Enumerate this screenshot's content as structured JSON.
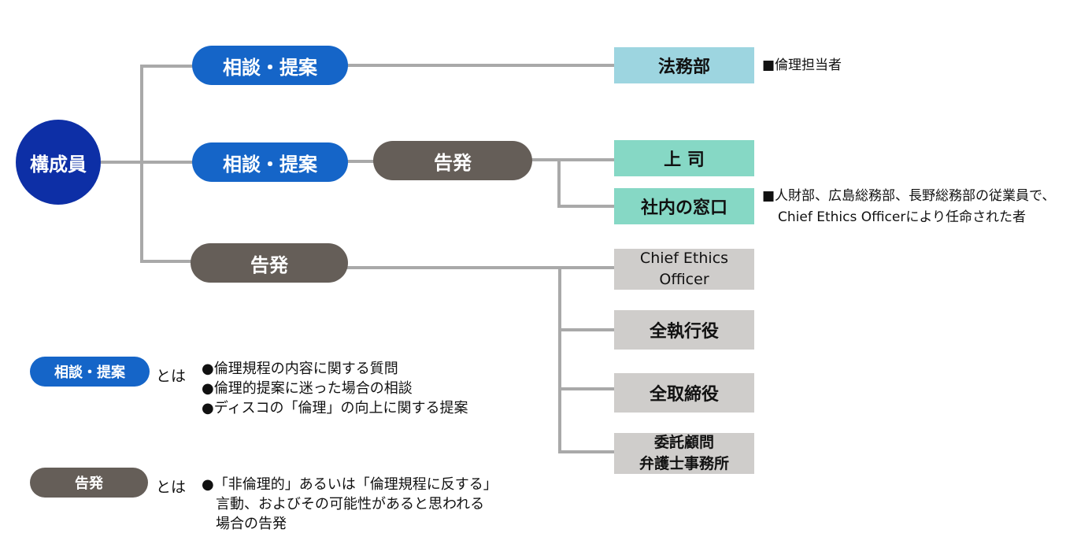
{
  "root": {
    "label": "構成員"
  },
  "row1": {
    "pill": "相談・提案",
    "box": "法務部",
    "note": "■倫理担当者"
  },
  "row2": {
    "pill": "相談・提案",
    "pill2": "告発",
    "box_top": "上 司",
    "box_bottom": "社内の窓口",
    "note_line1": "■人財部、広島総務部、長野総務部の従業員で、",
    "note_line2": "Chief Ethics Officerにより任命された者"
  },
  "row3": {
    "pill": "告発",
    "boxes": [
      {
        "line1": "Chief Ethics",
        "line2": "Officer"
      },
      {
        "line1": "全執行役"
      },
      {
        "line1": "全取締役"
      },
      {
        "line1": "委託顧問",
        "line2": "弁護士事務所"
      }
    ]
  },
  "legend": {
    "consult": {
      "pill": "相談・提案",
      "to": "とは",
      "items": [
        "●倫理規程の内容に関する質問",
        "●倫理的提案に迷った場合の相談",
        "●ディスコの「倫理」の向上に関する提案"
      ]
    },
    "report": {
      "pill": "告発",
      "to": "とは",
      "items": [
        "●「非倫理的」あるいは「倫理規程に反する」",
        "言動、およびその可能性があると思われる",
        "場合の告発"
      ]
    }
  },
  "colors": {
    "root": "#0d2fa6",
    "blue_pill": "#1565c8",
    "gray_pill": "#655e58",
    "legal_box": "#9dd5e0",
    "internal_box": "#86d8c5",
    "officer_box": "#cfcdcb",
    "connector": "#a9a9a9"
  }
}
